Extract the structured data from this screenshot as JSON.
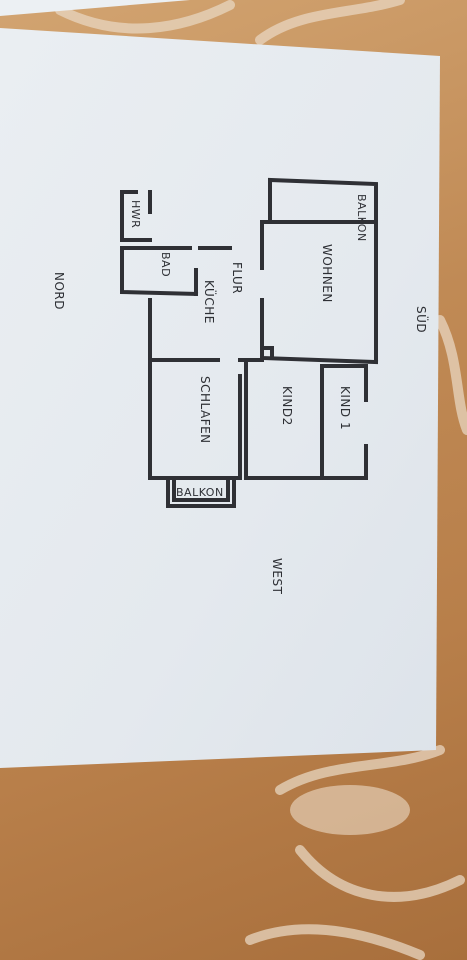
{
  "floorplan": {
    "compass": {
      "south": "SÜD",
      "north": "NORD",
      "west": "WEST"
    },
    "rooms": {
      "balkon_top": "BALKON",
      "wohnen": "WOHNEN",
      "hwr": "HWR",
      "bad": "BAD",
      "flur": "FLUR",
      "kueche": "KÜCHE",
      "kind1": "KIND 1",
      "kind2": "KIND2",
      "schlafen": "SCHLAFEN",
      "balkon_bottom": "BALKON"
    }
  }
}
